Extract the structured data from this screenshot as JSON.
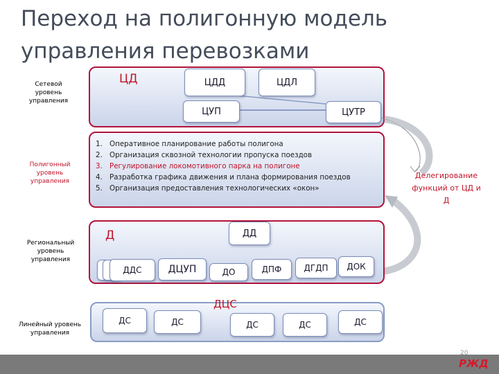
{
  "title": "Переход на полигонную модель управления перевозками",
  "levels": {
    "network": "Сетевой уровень управления",
    "polygon": "Полигонный уровень управления",
    "regional": "Региональный уровень управления",
    "linear": "Линейный уровень управления"
  },
  "network_panel": {
    "cd": "ЦД",
    "cdd": "ЦДД",
    "cdl": "ЦДЛ",
    "cup": "ЦУП",
    "cutr": "ЦУТР"
  },
  "polygon_tasks": [
    {
      "num": "1.",
      "text": "Оперативное планирование работы полигона"
    },
    {
      "num": "2.",
      "text": "Организация сквозной технологии пропуска поездов"
    },
    {
      "num": "3.",
      "text": "Регулирование локомотивного парка на полигоне"
    },
    {
      "num": "4.",
      "text": "Разработка графика движения и плана формирования поездов"
    },
    {
      "num": "5.",
      "text": "Организация предоставления технологических «окон»"
    }
  ],
  "delegation": "Делегирование функций от ЦД и Д",
  "regional_panel": {
    "d": "Д",
    "dd": "ДД",
    "dds": "ДДС",
    "dcup": "ДЦУП",
    "do": "ДО",
    "dpf": "ДПФ",
    "dgdp": "ДГДП",
    "dok": "ДОК"
  },
  "linear_panel": {
    "dcs": "ДЦС",
    "ds1": "ДС",
    "ds2": "ДС",
    "ds3": "ДС",
    "ds4": "ДС",
    "ds5": "ДС"
  },
  "page_number": "20",
  "logo": "РЖД",
  "colors": {
    "accent": "#c0142a",
    "panel_border": "#b2133a",
    "panel_fill": "#cbd5ea"
  }
}
